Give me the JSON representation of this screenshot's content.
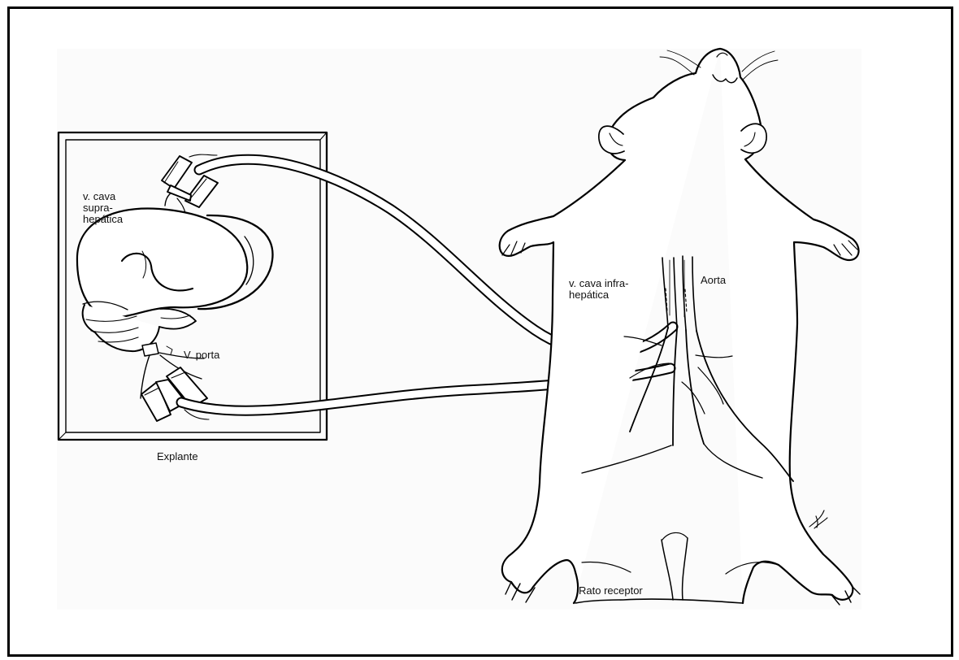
{
  "labels": {
    "cava_supra": [
      "v. cava",
      "supra-",
      "hepática"
    ],
    "v_porta": "V. porta",
    "explante": "Explante",
    "cava_infra": [
      "v. cava infra-",
      "hepática"
    ],
    "aorta": "Aorta",
    "rato_receptor": "Rato receptor"
  },
  "colors": {
    "line": "#000000",
    "background": "#ffffff",
    "paper": "#fbfbfb"
  }
}
